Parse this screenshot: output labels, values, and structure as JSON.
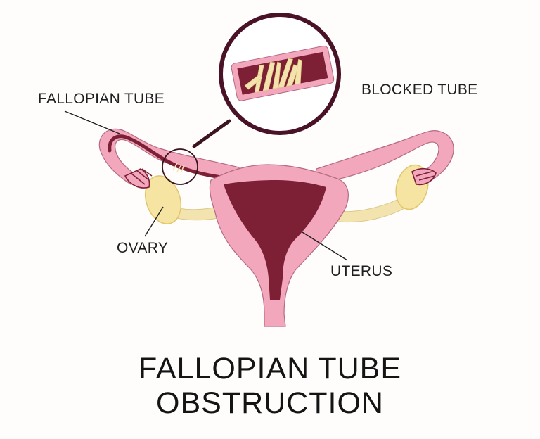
{
  "labels": {
    "fallopian_tube": "FALLOPIAN TUBE",
    "blocked_tube": "BLOCKED TUBE",
    "ovary": "OVARY",
    "uterus": "UTERUS"
  },
  "title": {
    "line1": "FALLOPIAN TUBE",
    "line2": "OBSTRUCTION"
  },
  "colors": {
    "pink": "#f2a7bd",
    "outline": "#5a1428",
    "maroon": "#7d2035",
    "ovary": "#f6e4a2",
    "cream": "#f3e3ae"
  }
}
